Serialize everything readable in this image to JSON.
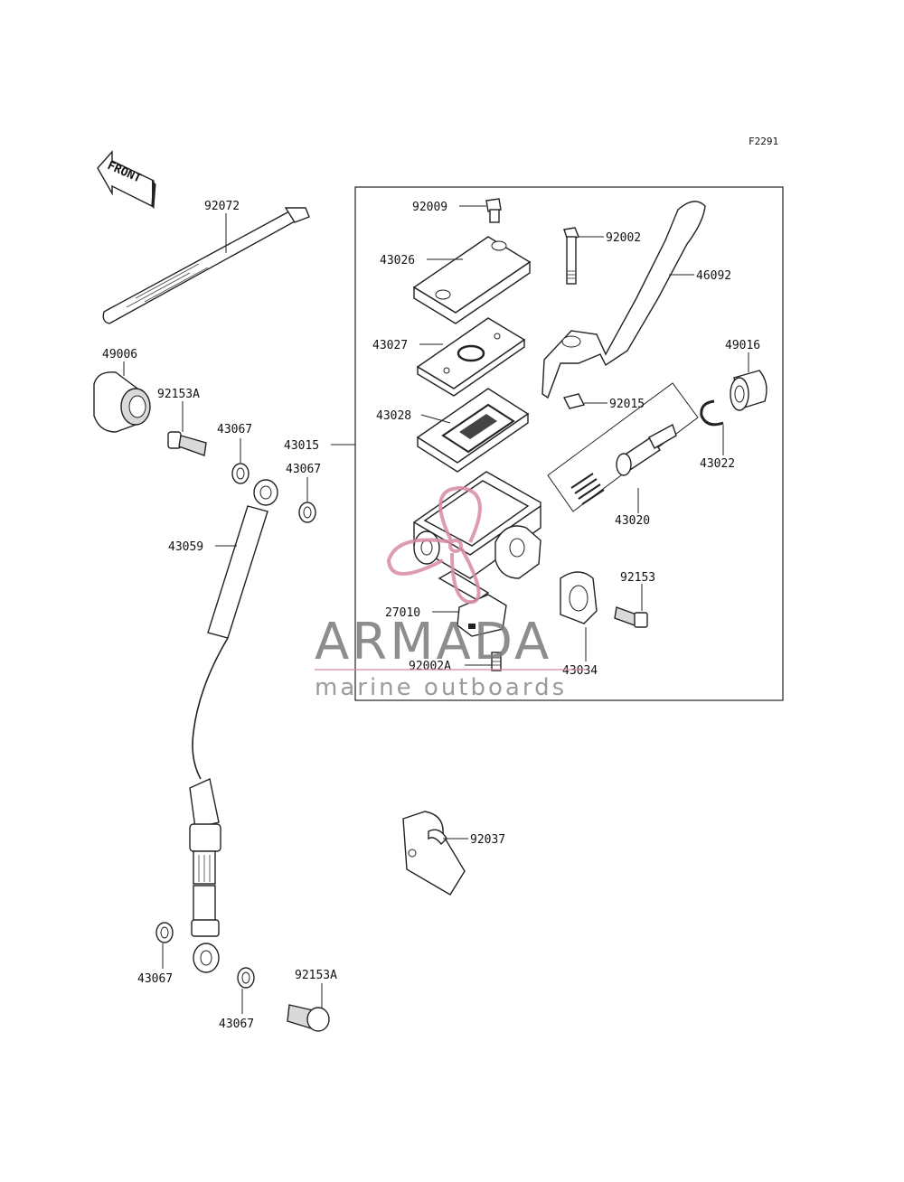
{
  "figure_ref": "F2291",
  "front_arrow": "FRONT",
  "part_labels": {
    "p92072": "92072",
    "p49006": "49006",
    "p92153A_top": "92153A",
    "p43067_a": "43067",
    "p43067_b": "43067",
    "p43059": "43059",
    "p43015": "43015",
    "p92009": "92009",
    "p43026": "43026",
    "p43027": "43027",
    "p43028": "43028",
    "p92002": "92002",
    "p46092": "46092",
    "p49016": "49016",
    "p92015": "92015",
    "p43022": "43022",
    "p43020": "43020",
    "p92153": "92153",
    "p27010": "27010",
    "p92002A": "92002A",
    "p43034": "43034",
    "p92037": "92037",
    "p43067_c": "43067",
    "p43067_d": "43067",
    "p92153A_bottom": "92153A"
  },
  "watermark": {
    "brand": "ARMADA",
    "tagline": "marine outboards",
    "accent_color": "#d98aa8"
  }
}
